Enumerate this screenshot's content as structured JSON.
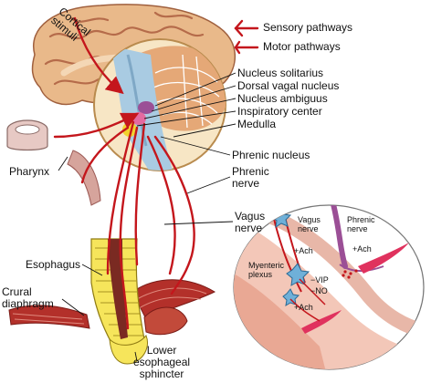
{
  "legend": {
    "sensory": "Sensory pathways",
    "motor": "Motor pathways"
  },
  "labels": {
    "cortical_stimuli_line1": "Cortical",
    "cortical_stimuli_line2": "stimuli",
    "nucleus_solitarius": "Nucleus solitarius",
    "dorsal_vagal": "Dorsal vagal nucleus",
    "nucleus_ambiguus": "Nucleus ambiguus",
    "inspiratory_center": "Inspiratory center",
    "medulla": "Medulla",
    "phrenic_nucleus": "Phrenic nucleus",
    "phrenic_nerve_line1": "Phrenic",
    "phrenic_nerve_line2": "nerve",
    "vagus_nerve_line1": "Vagus",
    "vagus_nerve_line2": "nerve",
    "pharynx": "Pharynx",
    "esophagus": "Esophagus",
    "crural_line1": "Crural",
    "crural_line2": "diaphragm",
    "les_line1": "Lower",
    "les_line2": "esophageal",
    "les_line3": "sphincter"
  },
  "inset": {
    "vagus_line1": "Vagus",
    "vagus_line2": "nerve",
    "phrenic_line1": "Phrenic",
    "phrenic_line2": "nerve",
    "ach_top": "+Ach",
    "ach_right": "+Ach",
    "myenteric_line1": "Myenteric",
    "myenteric_line2": "plexus",
    "vip": "−VIP",
    "no": "−NO",
    "ach_bottom": "+Ach"
  },
  "colors": {
    "nerve_red": "#c4161c",
    "brain_tan": "#e9b98a",
    "brain_fold": "#b56b4a",
    "cerebellum": "#e5a877",
    "brainstem_blue": "#a9cbe2",
    "nucleus_purple": "#9b4f96",
    "nucleus_pink": "#e46aa0",
    "nucleus_yellow": "#f2d22e",
    "sphincter_yellow": "#f6e55b",
    "diaphragm_red": "#b3302a",
    "inset_bg": "#f6e0d6",
    "neuron_blue": "#6fb0d8"
  }
}
